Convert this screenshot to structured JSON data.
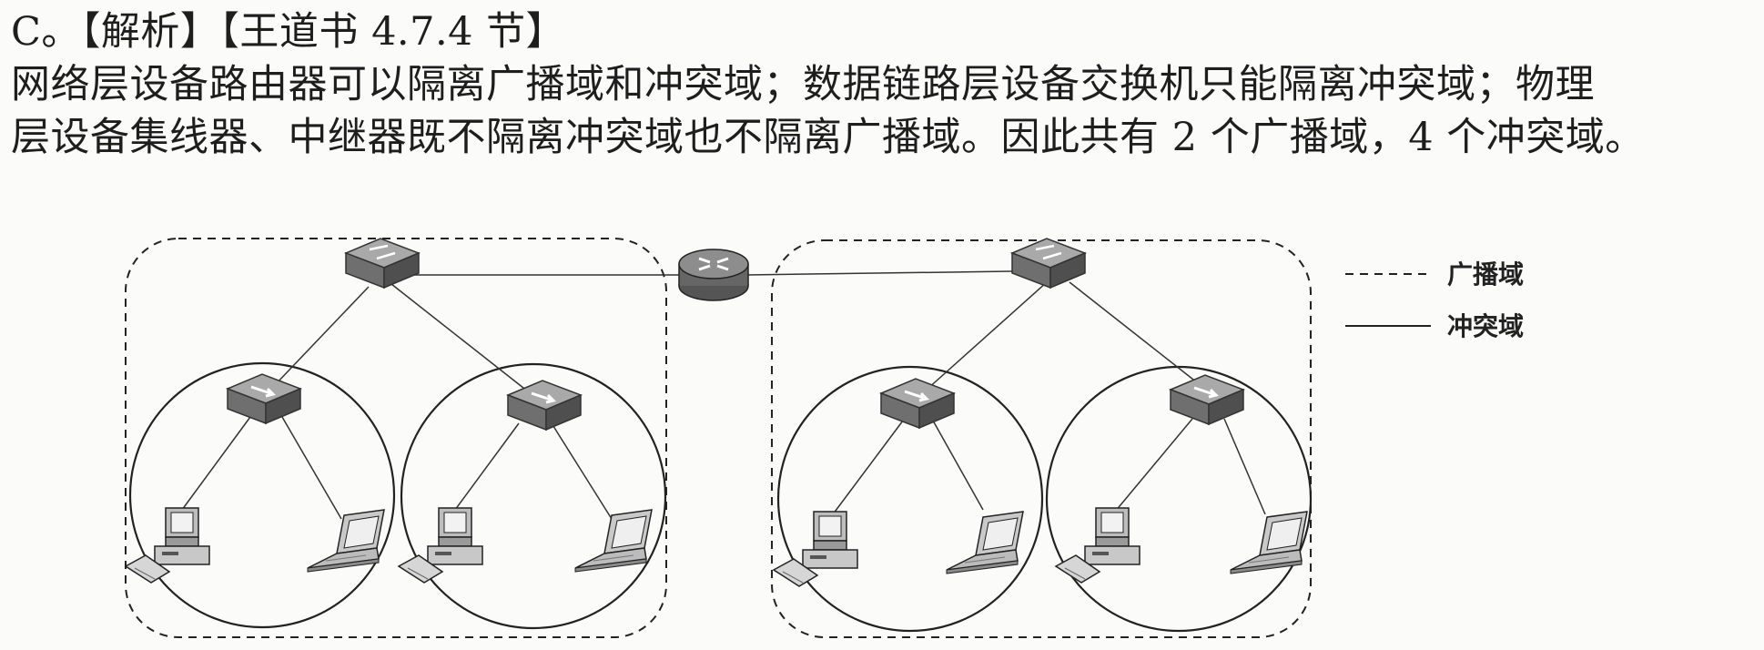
{
  "answer": {
    "heading": "C。【解析】【王道书 4.7.4 节】",
    "body_lines": [
      "网络层设备路由器可以隔离广播域和冲突域；数据链路层设备交换机只能隔离冲突域；物理",
      "层设备集线器、中继器既不隔离冲突域也不隔离广播域。因此共有 2 个广播域，4 个冲突域。"
    ]
  },
  "diagram": {
    "legend": {
      "broadcast_domain": "广播域",
      "collision_domain": "冲突域"
    },
    "line_styles": {
      "broadcast_domain": "dashed",
      "collision_domain": "solid"
    },
    "device_icons": [
      "router-icon",
      "hub-icon",
      "switch-icon",
      "desktop-computer-icon",
      "laptop-icon"
    ]
  }
}
